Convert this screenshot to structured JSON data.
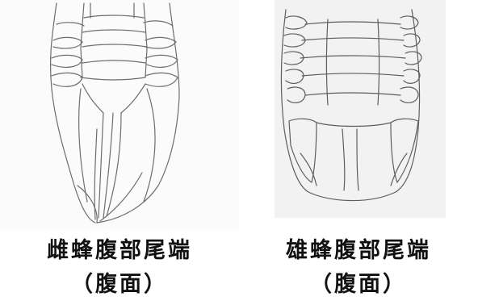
{
  "figures": [
    {
      "caption_line1": "雌蜂腹部尾端",
      "caption_line2": "（腹面）"
    },
    {
      "caption_line1": "雄蜂腹部尾端",
      "caption_line2": "（腹面）"
    }
  ]
}
